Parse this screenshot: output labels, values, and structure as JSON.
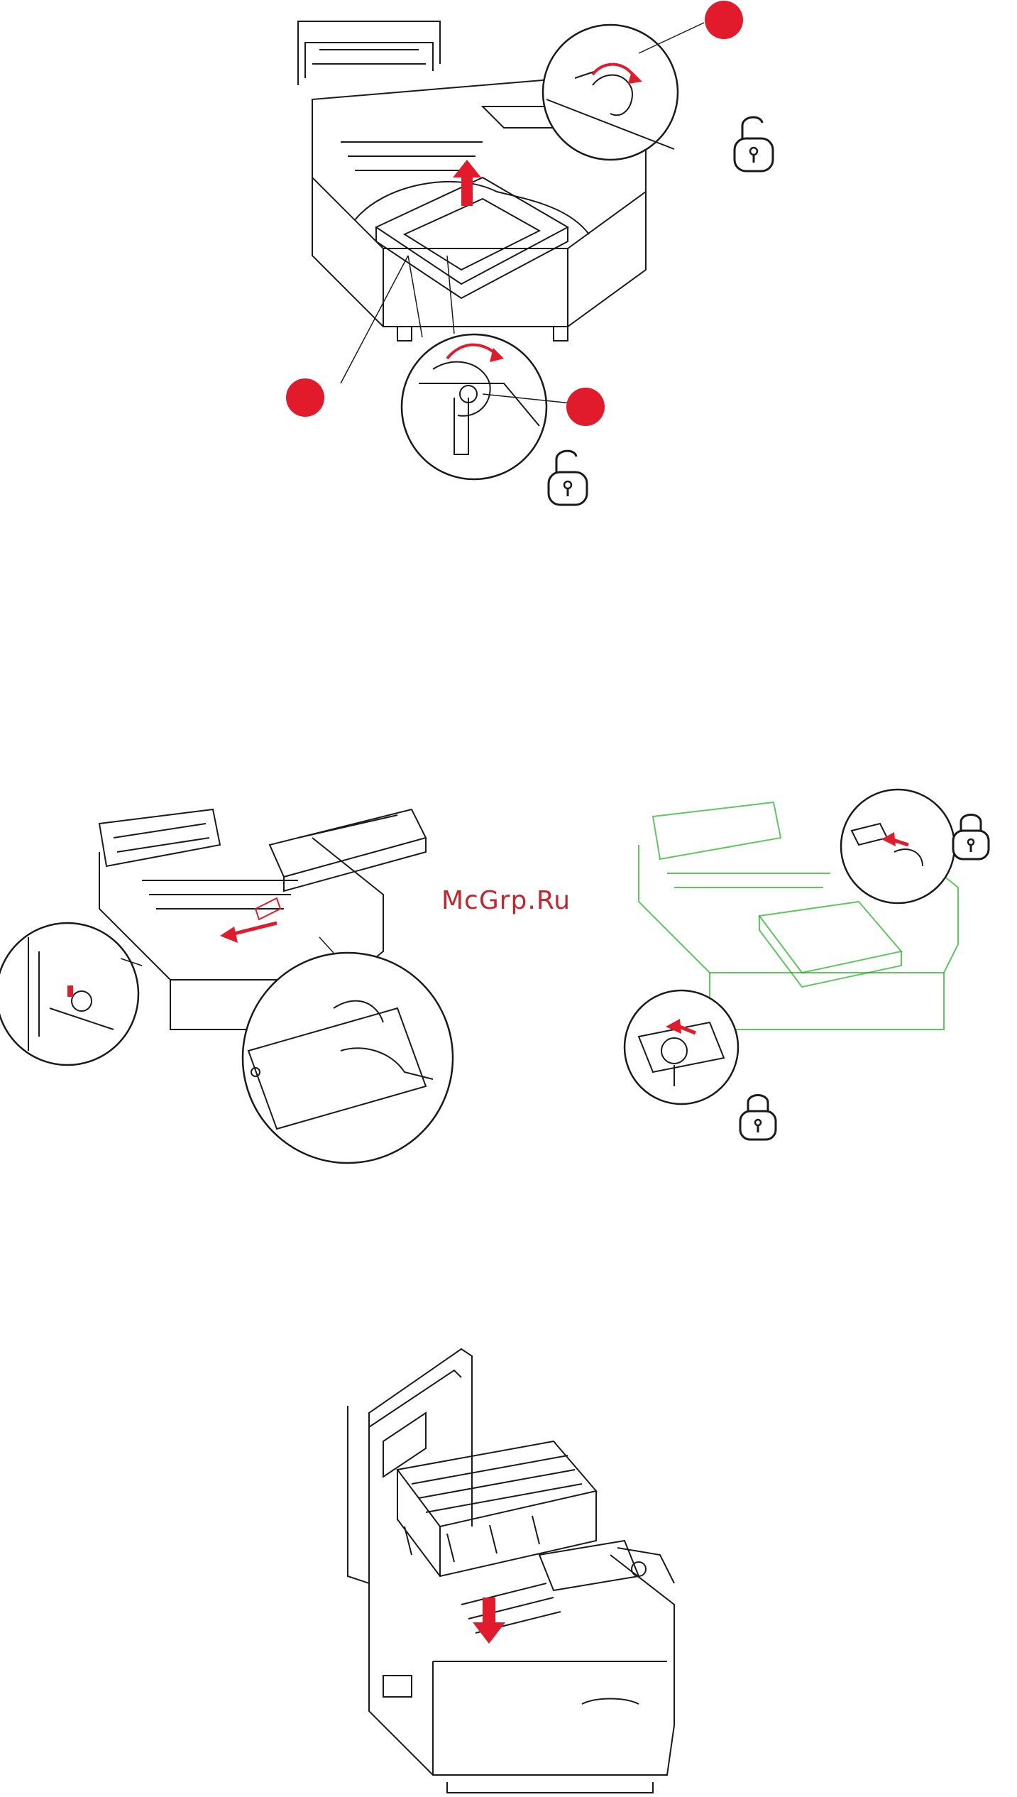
{
  "page": {
    "watermark_text": "McGrp.Ru"
  },
  "colors": {
    "line": "#1a1a1a",
    "accent_red": "#e21b2c",
    "watermark": "#c1272d"
  },
  "figures": [
    {
      "id": "fig-1",
      "subject": "printer-belt-unit-removal",
      "callouts": 3,
      "lock-icons": [
        "unlock",
        "unlock"
      ]
    },
    {
      "id": "fig-2",
      "subject": "belt-unit-lifting",
      "lock-icons": []
    },
    {
      "id": "fig-3",
      "subject": "belt-unit-installed",
      "lock-icons": [
        "lock",
        "lock"
      ]
    },
    {
      "id": "fig-4",
      "subject": "image-drum-unit-reinsertion",
      "lock-icons": []
    }
  ]
}
